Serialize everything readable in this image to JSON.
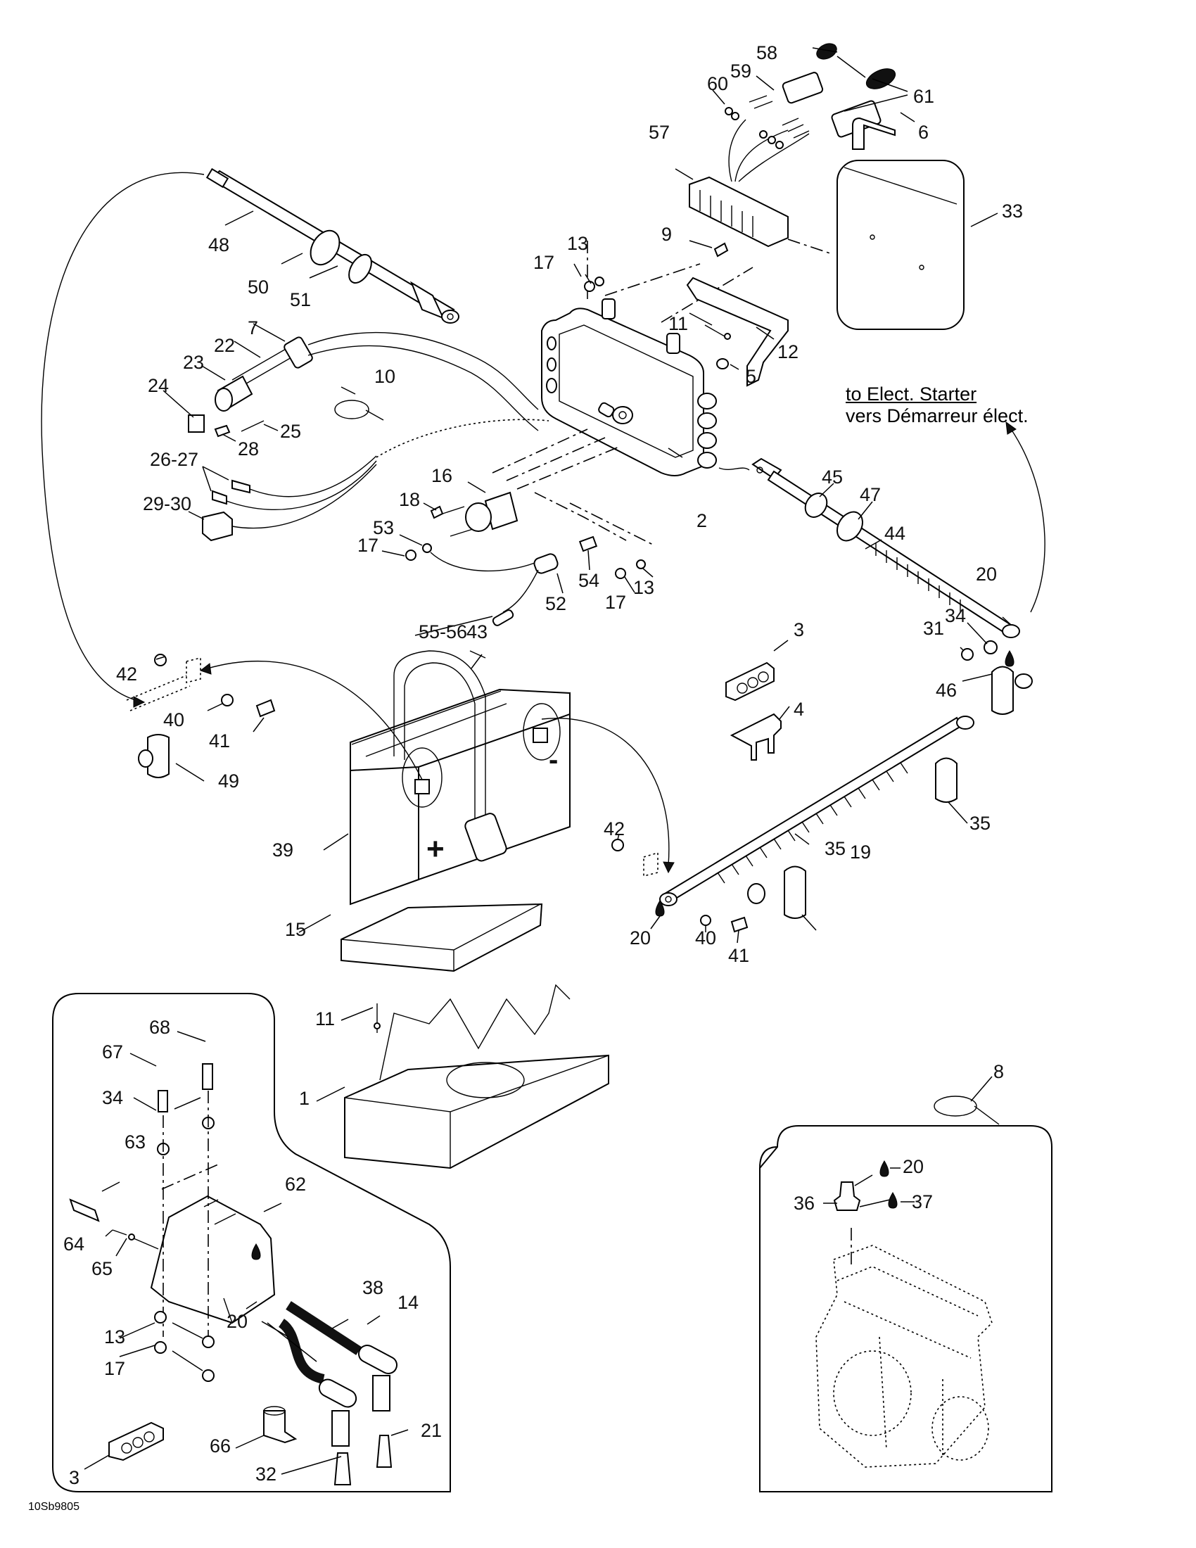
{
  "diagram": {
    "figure_code": "10Sb9805",
    "note": {
      "line1": "to Elect. Starter",
      "line2": "vers Démarreur élect."
    },
    "battery_symbols": {
      "positive": "+",
      "negative": "-"
    },
    "callouts": {
      "c1": "1",
      "c2": "2",
      "c3a": "3",
      "c3b": "3",
      "c4": "4",
      "c5": "5",
      "c6": "6",
      "c7": "7",
      "c8": "8",
      "c9": "9",
      "c10": "10",
      "c11a": "11",
      "c11b": "11",
      "c12": "12",
      "c13a": "13",
      "c13b": "13",
      "c13c": "13",
      "c14": "14",
      "c15": "15",
      "c16": "16",
      "c17a": "17",
      "c17b": "17",
      "c17c": "17",
      "c17d": "17",
      "c18": "18",
      "c19": "19",
      "c20a": "20",
      "c20b": "20",
      "c20c": "20",
      "c20d": "20",
      "c21": "21",
      "c22": "22",
      "c23": "23",
      "c24": "24",
      "c25": "25",
      "c26_27": "26-27",
      "c28": "28",
      "c29_30": "29-30",
      "c31": "31",
      "c32": "32",
      "c33": "33",
      "c34a": "34",
      "c34b": "34",
      "c35a": "35",
      "c35b": "35",
      "c36": "36",
      "c37": "37",
      "c38": "38",
      "c39": "39",
      "c40a": "40",
      "c40b": "40",
      "c41a": "41",
      "c41b": "41",
      "c42a": "42",
      "c42b": "42",
      "c43": "43",
      "c44": "44",
      "c45": "45",
      "c46": "46",
      "c47": "47",
      "c48": "48",
      "c49": "49",
      "c50": "50",
      "c51": "51",
      "c52": "52",
      "c53": "53",
      "c54": "54",
      "c55_56": "55-56",
      "c57": "57",
      "c58": "58",
      "c59": "59",
      "c60": "60",
      "c61": "61",
      "c62": "62",
      "c63": "63",
      "c64": "64",
      "c65": "65",
      "c66": "66",
      "c67": "67",
      "c68": "68"
    },
    "lubricant_icon": "oil-drop-icon"
  }
}
